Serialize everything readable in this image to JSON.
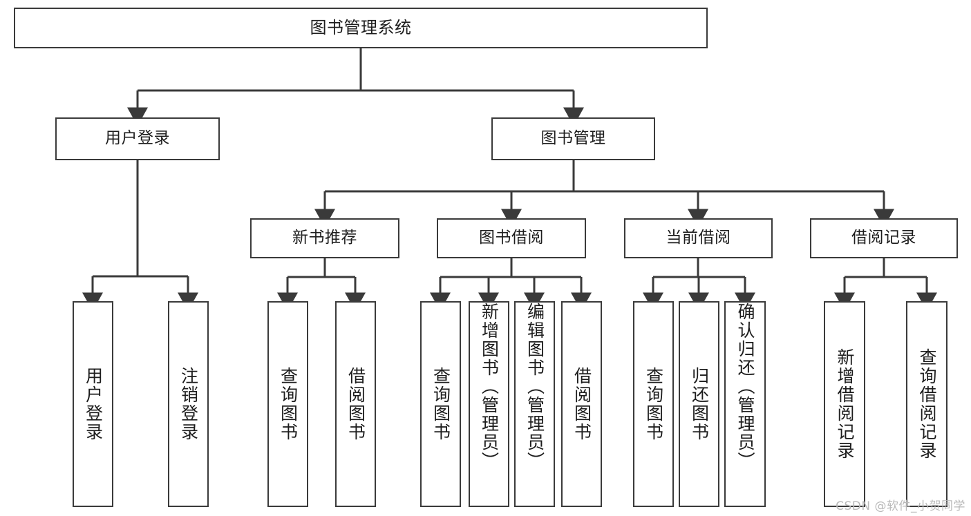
{
  "diagram": {
    "title": "图书管理系统",
    "type": "tree-hierarchy-diagram",
    "watermark": "CSDN @软件_小贺同学",
    "colors": {
      "stroke": "#3a3a3a",
      "text": "#1d1d1d",
      "background": "#ffffff",
      "watermark": "#b9b9b9"
    },
    "nodes": {
      "root": "图书管理系统",
      "level2": {
        "user_login": "用户登录",
        "book_manage": "图书管理"
      },
      "level3": {
        "new_book_recommend": "新书推荐",
        "book_borrow": "图书借阅",
        "current_borrow": "当前借阅",
        "borrow_record": "借阅记录"
      },
      "leaves": {
        "user_login": [
          "用户登录",
          "注销登录"
        ],
        "new_book_recommend": [
          "查询图书",
          "借阅图书"
        ],
        "book_borrow": [
          "查询图书",
          "新增图书（管理员）",
          "编辑图书（管理员）",
          "借阅图书"
        ],
        "current_borrow": [
          "查询图书",
          "归还图书",
          "确认归还（管理员）"
        ],
        "borrow_record": [
          "新增借阅记录",
          "查询借阅记录"
        ]
      }
    }
  }
}
